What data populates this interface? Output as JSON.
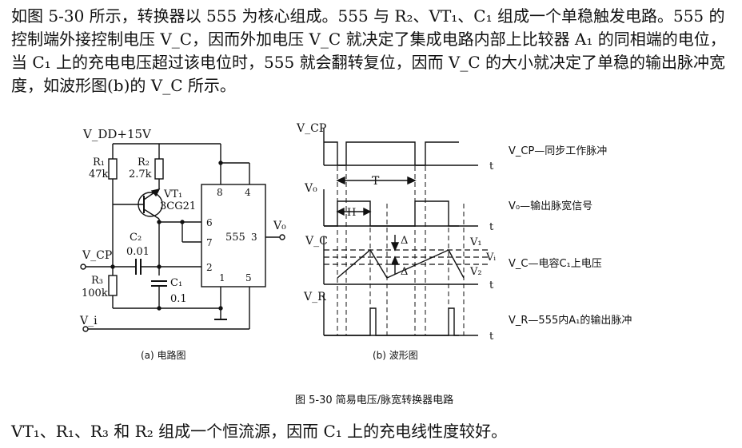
{
  "text": {
    "para1": "如图 5-30 所示，转换器以 555 为核心组成。555 与 R₂、VT₁、C₁ 组成一个单稳触发电路。555 的控制端外接控制电压 V_C，因而外加电压 V_C 就决定了集成电路内部上比较器 A₁ 的同相端的电位，当 C₁ 上的充电电压超过该电位时，555 就会翻转复位，因而 V_C 的大小就决定了单稳的输出脉冲宽度，如波形图(b)的 V_C 所示。",
    "para2": "VT₁、R₁、R₃ 和 R₂ 组成一个恒流源，因而 C₁ 上的充电线性度较好。",
    "figure_caption": "图 5-30   简易电压/脉宽转换器电路"
  },
  "circuit": {
    "caption": "(a) 电路图",
    "vdd": "V_DD+15V",
    "r1": "R₁",
    "r1_val": "47k",
    "r2": "R₂",
    "r2_val": "2.7k",
    "vt1": "VT₁",
    "vt1_model": "3CG21",
    "c2": "C₂",
    "c2_val": "0.01",
    "vcp": "V_CP",
    "r3": "R₃",
    "r3_val": "100k",
    "c1": "C₁",
    "c1_val": "0.1",
    "vi": "V_i",
    "ic": "555",
    "pin8": "8",
    "pin4": "4",
    "pin6": "6",
    "pin7": "7",
    "pin3": "3",
    "pin2": "2",
    "pin1": "1",
    "pin5": "5",
    "vo": "V₀"
  },
  "waveform": {
    "caption": "(b) 波形图",
    "vcp": "V_CP",
    "v0": "V₀",
    "vc": "V_C",
    "vr": "V_R",
    "t": "t",
    "T": "T",
    "H": "H",
    "delta": "Δ",
    "v1": "V₁",
    "vi": "Vᵢ",
    "v2": "V₂",
    "legend_vcp": "V_CP—同步工作脉冲",
    "legend_v0": "V₀—输出脉宽信号",
    "legend_vc": "V_C—电容C₁上电压",
    "legend_vr": "V_R—555内A₁的输出脉冲"
  }
}
